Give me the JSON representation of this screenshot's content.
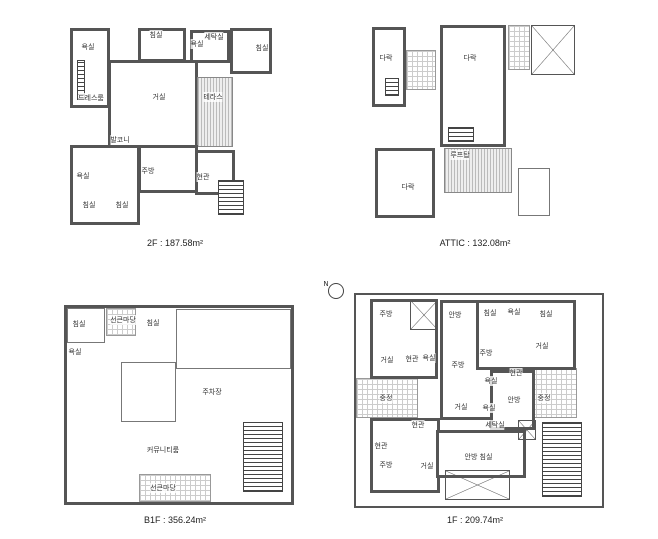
{
  "plans": {
    "f2": {
      "title": "2F : 187.58m²",
      "rooms": [
        "침실",
        "욕실",
        "세탁실",
        "침실",
        "욕실",
        "드레스룸",
        "거실",
        "테라스",
        "발코니",
        "주방",
        "현관",
        "욕실",
        "침실",
        "침실"
      ]
    },
    "attic": {
      "title": "ATTIC : 132.08m²",
      "rooms": [
        "다락",
        "다락",
        "루프탑",
        "다락"
      ]
    },
    "b1": {
      "title": "B1F : 356.24m²",
      "rooms": [
        "침실",
        "선큰마당",
        "침실",
        "욕실",
        "주차장",
        "커뮤니티룸",
        "선큰마당"
      ]
    },
    "f1": {
      "title": "1F : 209.74m²",
      "north_label": "N",
      "rooms": [
        "주방",
        "안방",
        "침실",
        "욕실",
        "침실",
        "거실",
        "현관",
        "욕실",
        "주방",
        "거실",
        "주방",
        "현관",
        "중정",
        "욕실",
        "안방",
        "거실",
        "욕실",
        "중정",
        "현관",
        "세탁실",
        "현관",
        "안방",
        "침실",
        "주방",
        "거실"
      ]
    }
  }
}
